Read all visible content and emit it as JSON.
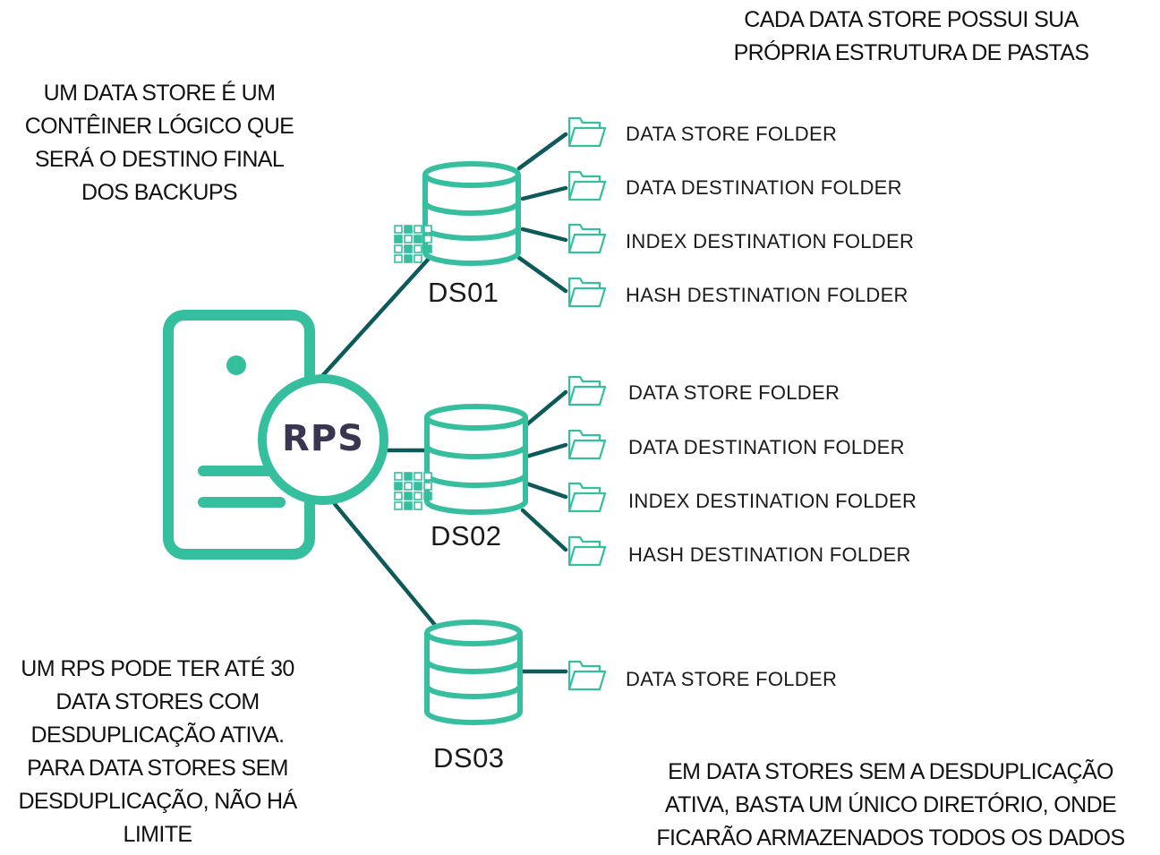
{
  "colors": {
    "teal": "#35bf9f",
    "line": "#0e5a5a",
    "rps_text": "#3c3552"
  },
  "icons": [
    "server-icon",
    "database-icon",
    "folder-icon",
    "dedup-grid-icon"
  ],
  "notes": {
    "top_right": [
      "CADA DATA STORE POSSUI SUA",
      "PRÓPRIA ESTRUTURA DE PASTAS"
    ],
    "top_left": [
      "UM DATA STORE É UM",
      "CONTÊINER LÓGICO QUE",
      "SERÁ O DESTINO FINAL",
      "DOS BACKUPS"
    ],
    "bottom_left": [
      "UM RPS PODE TER ATÉ 30",
      "DATA STORES COM",
      "DESDUPLICAÇÃO ATIVA.",
      "PARA DATA STORES SEM",
      "DESDUPLICAÇÃO, NÃO HÁ",
      "LIMITE"
    ],
    "bottom_right": [
      "EM DATA STORES SEM A DESDUPLICAÇÃO",
      "ATIVA, BASTA UM ÚNICO DIRETÓRIO, ONDE",
      "FICARÃO ARMAZENADOS TODOS OS DADOS"
    ]
  },
  "rps": {
    "label": "RPS"
  },
  "datastores": [
    {
      "label": "DS01",
      "dedup": true,
      "folders": [
        "DATA STORE FOLDER",
        "DATA DESTINATION FOLDER",
        "INDEX DESTINATION FOLDER",
        "HASH DESTINATION FOLDER"
      ]
    },
    {
      "label": "DS02",
      "dedup": true,
      "folders": [
        "DATA STORE FOLDER",
        "DATA DESTINATION FOLDER",
        "INDEX DESTINATION FOLDER",
        "HASH DESTINATION FOLDER"
      ]
    },
    {
      "label": "DS03",
      "dedup": false,
      "folders": [
        "DATA STORE FOLDER"
      ]
    }
  ]
}
